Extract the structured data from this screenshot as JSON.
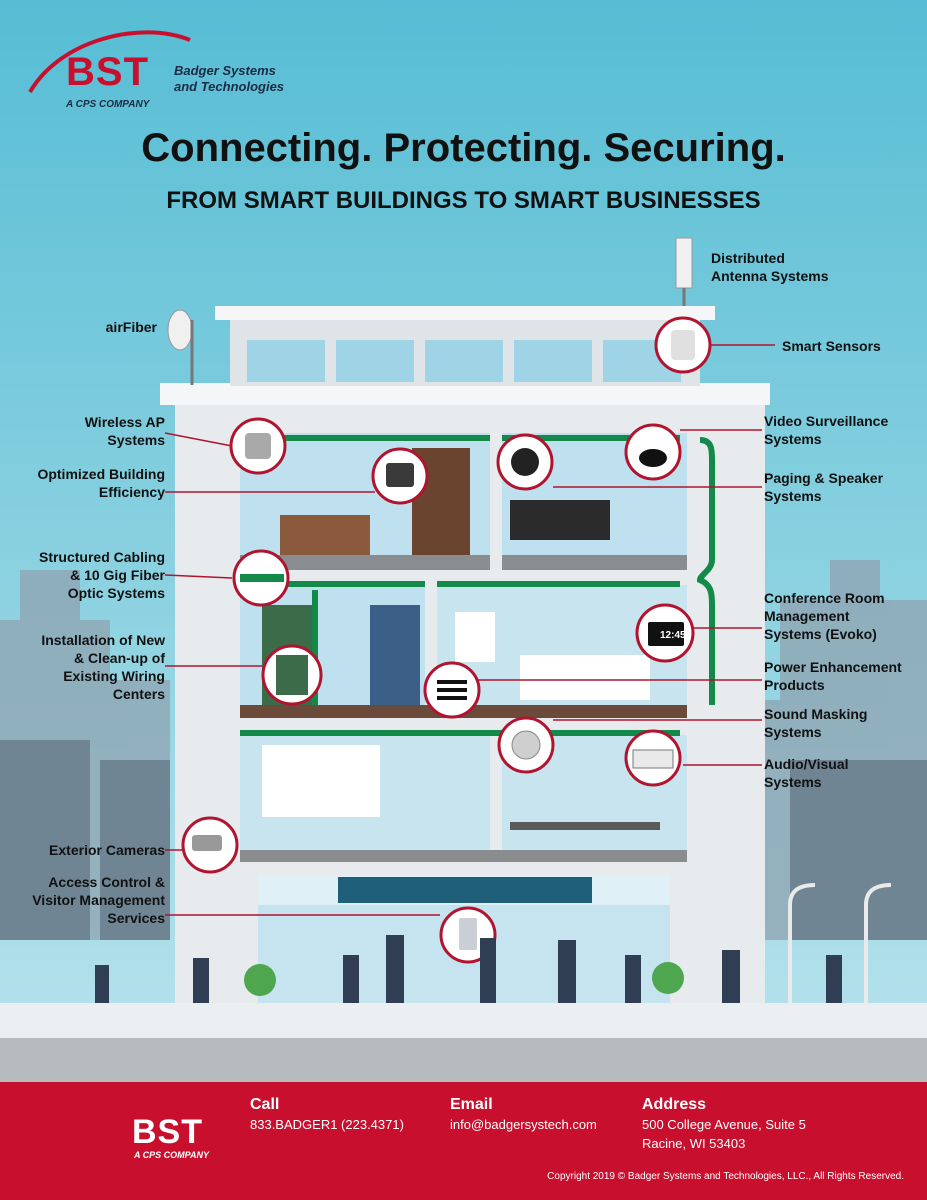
{
  "brand": {
    "logo_text": "BST",
    "company_line1": "Badger Systems",
    "company_line2": "and Technologies",
    "parent": "A CPS COMPANY"
  },
  "headline": "Connecting. Protecting. Securing.",
  "subheadline": "FROM SMART BUILDINGS TO SMART BUSINESSES",
  "callouts_left": {
    "airfiber": "airFiber",
    "wireless_ap_1": "Wireless AP",
    "wireless_ap_2": "Systems",
    "building_eff_1": "Optimized Building",
    "building_eff_2": "Efficiency",
    "cabling_1": "Structured Cabling",
    "cabling_2": "& 10 Gig Fiber",
    "cabling_3": "Optic Systems",
    "wiring_1": "Installation of New",
    "wiring_2": "& Clean-up of",
    "wiring_3": "Existing Wiring",
    "wiring_4": "Centers",
    "exterior_cameras": "Exterior Cameras",
    "access_1": "Access Control &",
    "access_2": "Visitor Management",
    "access_3": "Services"
  },
  "callouts_right": {
    "das_1": "Distributed",
    "das_2": "Antenna Systems",
    "smart_sensors": "Smart Sensors",
    "video_1": "Video Surveillance",
    "video_2": "Systems",
    "paging_1": "Paging & Speaker",
    "paging_2": "Systems",
    "conf_1": "Conference Room",
    "conf_2": "Management",
    "conf_3": "Systems (Evoko)",
    "power_1": "Power Enhancement",
    "power_2": "Products",
    "sound_1": "Sound Masking",
    "sound_2": "Systems",
    "av_1": "Audio/Visual",
    "av_2": "Systems"
  },
  "screen_clock": "12:45",
  "footer": {
    "call_label": "Call",
    "call_value": "833.BADGER1 (223.4371)",
    "email_label": "Email",
    "email_value": "info@badgersystech.com",
    "address_label": "Address",
    "address_line1": "500 College Avenue, Suite 5",
    "address_line2": "Racine, WI 53403",
    "copyright": "Copyright 2019 © Badger Systems and Technologies, LLC., All Rights Reserved."
  },
  "colors": {
    "sky": "#5ec3d8",
    "brand_red": "#c8102e",
    "navy": "#1f2a44",
    "cable_green": "#138a4a",
    "interior_blue": "#bfe0ee"
  }
}
